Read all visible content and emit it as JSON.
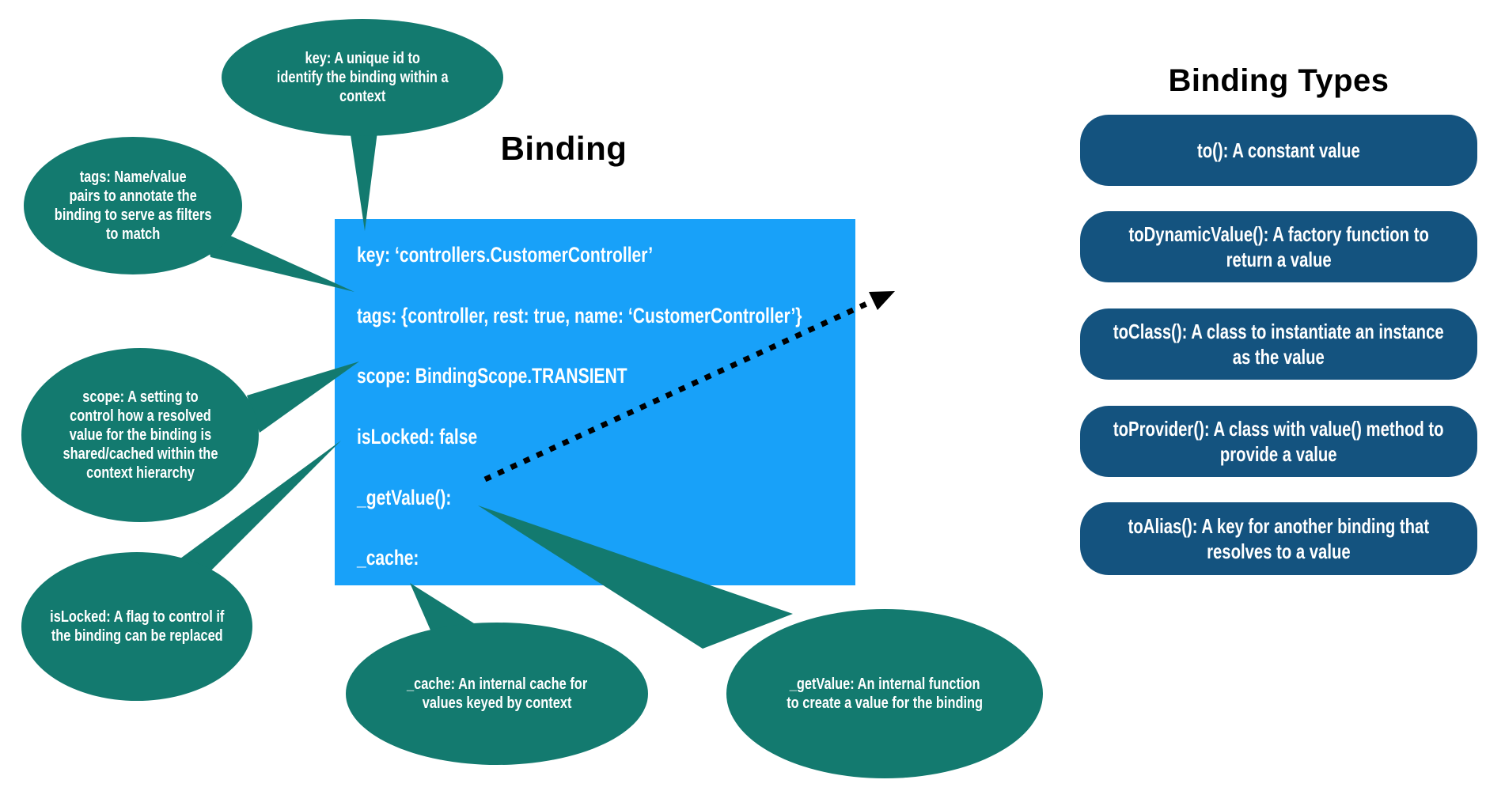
{
  "title": "Binding",
  "types_title": "Binding Types",
  "colors": {
    "callout": "#137A6F",
    "binding_box": "#18A1F9",
    "type_box": "#14537F",
    "arrow": "#000000"
  },
  "binding_box": {
    "lines": [
      "key: ‘controllers.CustomerController’",
      "tags: {controller, rest: true, name: ‘CustomerController’}",
      "scope: BindingScope.TRANSIENT",
      "isLocked: false",
      "_getValue():",
      "_cache:"
    ]
  },
  "callouts": {
    "key": {
      "lines": [
        "key: A unique id to",
        "identify the binding within a",
        "context"
      ]
    },
    "tags": {
      "lines": [
        "tags: Name/value",
        "pairs to annotate the",
        "binding to serve as filters",
        "to match"
      ]
    },
    "scope": {
      "lines": [
        "scope: A setting to",
        "control how a resolved",
        "value for the binding is",
        "shared/cached within the",
        "context hierarchy"
      ]
    },
    "islocked": {
      "lines": [
        "isLocked: A flag to control if",
        "the binding can be replaced"
      ]
    },
    "cache": {
      "lines": [
        "_cache: An internal cache for",
        "values keyed by context"
      ]
    },
    "getvalue": {
      "lines": [
        "_getValue: An internal function",
        "to create a value for the binding"
      ]
    }
  },
  "binding_types": [
    {
      "lines": [
        "to(): A constant value",
        ""
      ]
    },
    {
      "lines": [
        "toDynamicValue(): A factory function to",
        "return a value"
      ]
    },
    {
      "lines": [
        "toClass(): A class to instantiate an instance",
        "as the value"
      ]
    },
    {
      "lines": [
        "toProvider(): A class with value() method to",
        "provide a value"
      ]
    },
    {
      "lines": [
        "toAlias(): A key for another binding that",
        "resolves to a value"
      ]
    }
  ]
}
